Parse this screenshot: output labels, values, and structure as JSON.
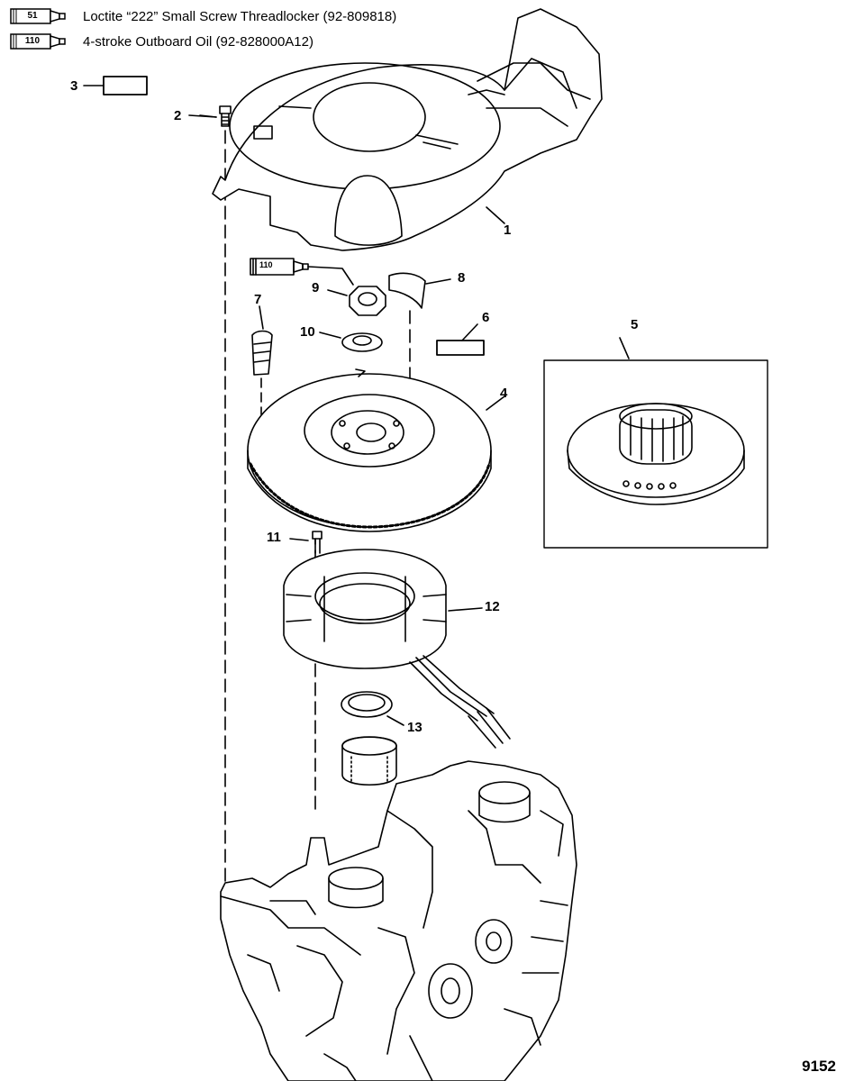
{
  "legend": [
    {
      "code": "51",
      "text": "Loctite “222” Small Screw Threadlocker (92-809818)"
    },
    {
      "code": "110",
      "text": "4-stroke Outboard Oil (92-828000A12)"
    }
  ],
  "callouts": {
    "c1": "1",
    "c2": "2",
    "c3": "3",
    "c4": "4",
    "c5": "5",
    "c6": "6",
    "c7": "7",
    "c8": "8",
    "c9": "9",
    "c10": "10",
    "c11": "11",
    "c12": "12",
    "c13": "13"
  },
  "oil_tube_label": "110",
  "figure_number": "9152"
}
